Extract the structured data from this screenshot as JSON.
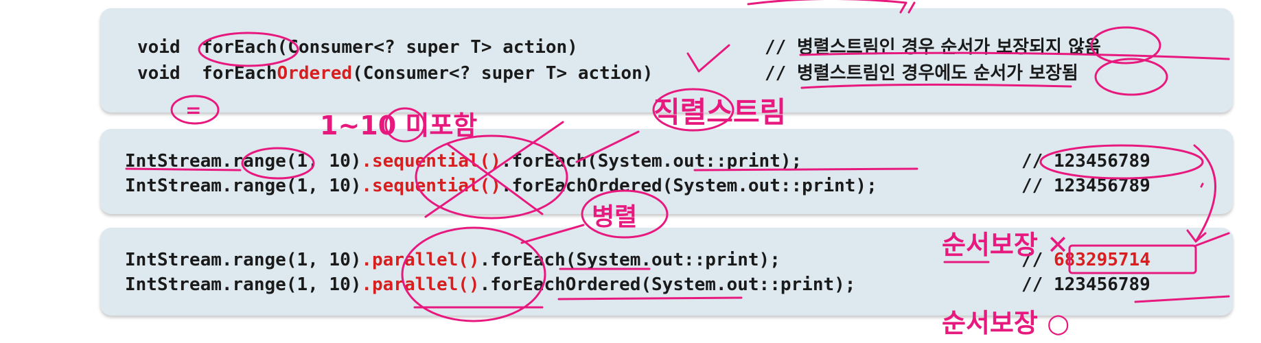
{
  "panel1": {
    "line1": {
      "ret": "void",
      "method": "forEach",
      "params": "(Consumer<? super T> action)",
      "comment_slashes": "//",
      "comment": "병렬스트림인 경우 순서가 보장되지 않음"
    },
    "line2": {
      "ret": "void",
      "method_prefix": "forEach",
      "method_highlight": "Ordered",
      "params": "(Consumer<? super T> action)",
      "comment_slashes": "//",
      "comment": "병렬스트림인 경우에도 순서가 보장됨"
    }
  },
  "panel2": {
    "line1": {
      "prefix": "IntStream.range(1, 10)",
      "highlight": ".sequential()",
      "suffix": ".forEach(System.out::print);",
      "comment": "// 123456789"
    },
    "line2": {
      "prefix": "IntStream.range(1, 10)",
      "highlight": ".sequential()",
      "suffix": ".forEachOrdered(System.out::print);",
      "comment": "// 123456789"
    }
  },
  "panel3": {
    "line1": {
      "prefix": "IntStream.range(1, 10)",
      "highlight": ".parallel()",
      "suffix": ".forEach(System.out::print);",
      "comment_slashes": "//",
      "comment_value": "683295714"
    },
    "line2": {
      "prefix": "IntStream.range(1, 10)",
      "highlight": ".parallel()",
      "suffix": ".forEachOrdered(System.out::print);",
      "comment": "// 123456789"
    }
  },
  "annotations": {
    "range_note": "1~10 미포함",
    "serial_stream": "직렬스트림",
    "parallel": "병렬",
    "order_not_guaranteed": "순서보장 ✕",
    "order_guaranteed": "순서보장 ○",
    "equals_mark": "="
  },
  "colors": {
    "panel_bg": "#dde9ef",
    "highlight": "#d81e1e",
    "ink": "#e8197e"
  }
}
